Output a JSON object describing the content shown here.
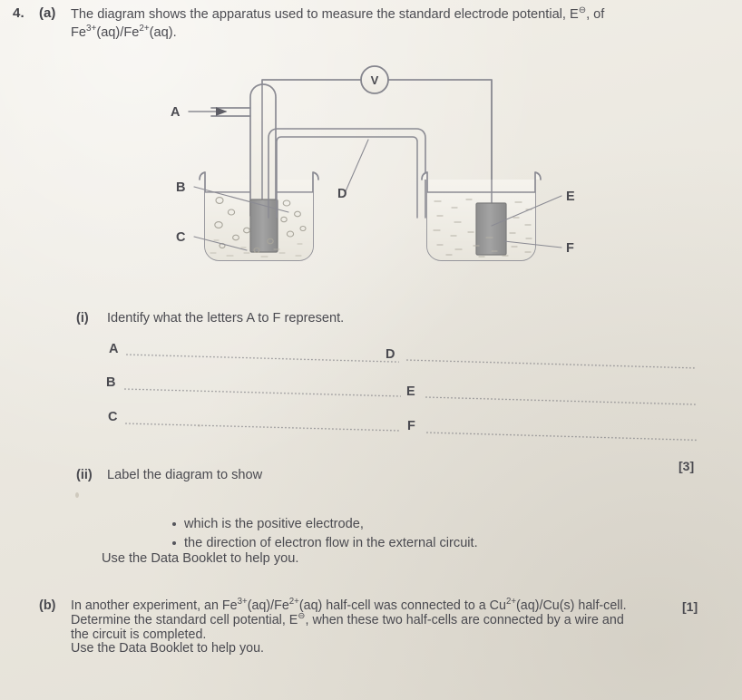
{
  "question": {
    "number": "4.",
    "part_a_label": "(a)",
    "stem_line1": "The diagram shows the apparatus used to measure the standard electrode potential, E",
    "stem_superscript": "⊖",
    "stem_line1_tail": ", of",
    "stem_line2_prefix": "Fe",
    "stem_line2": "(aq)/Fe",
    "stem_line2_tail": "(aq).",
    "fe3_charge": "3+",
    "fe2_charge": "2+"
  },
  "diagram": {
    "voltmeter_symbol": "V",
    "labels": {
      "A": "A",
      "B": "B",
      "C": "C",
      "D": "D",
      "E": "E",
      "F": "F"
    },
    "description": "Electrochemical cell: standard hydrogen electrode (left beaker with gas inlet, platinum electrode and bubbles) connected through a salt bridge and a voltmeter to a metal electrode half-cell (right beaker)."
  },
  "part_i": {
    "label": "(i)",
    "text": "Identify what the letters A to F represent.",
    "answer_letters_left": [
      "A",
      "B",
      "C"
    ],
    "answer_letters_right": [
      "D",
      "E",
      "F"
    ],
    "marks": "[3]"
  },
  "part_ii": {
    "label": "(ii)",
    "text": "Label the diagram to show",
    "bullets": [
      "which is the positive electrode,",
      "the direction of electron flow in the external circuit."
    ],
    "data_booklet_note": "Use the Data Booklet to help you.",
    "marks": "[1]"
  },
  "part_b": {
    "label": "(b)",
    "line1_a": "In another experiment, an Fe",
    "line1_sup1": "3+",
    "line1_b": "(aq)/Fe",
    "line1_sup2": "2+",
    "line1_c": "(aq) half-cell was connected to a Cu",
    "line1_sup3": "2+",
    "line1_d": "(aq)/Cu(s) half-cell.",
    "line2_a": "Determine the standard cell potential, E",
    "line2_sup": "⊖",
    "line2_b": ", when these two half-cells are connected by a wire and",
    "line3": "the circuit is completed.",
    "line4": "Use the Data Booklet to help you."
  },
  "colors": {
    "paper": "#eeebe3",
    "ink": "#4a4a50",
    "line": "#8b8b93",
    "electrode_fill": "#9b9b9b",
    "solution": "#f2f0e9"
  }
}
